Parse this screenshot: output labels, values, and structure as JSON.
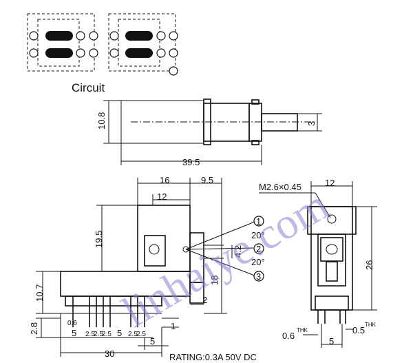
{
  "circuit_label": "Circuit",
  "rating": "RATING:0.3A 50V DC",
  "watermark": "linhaiye.com",
  "side_view": {
    "height": "10.8",
    "length": "39.5",
    "shaft": "3"
  },
  "front_view": {
    "d16": "16",
    "d9_5": "9.5",
    "d12": "12",
    "d19_5": "19.5",
    "d10_7": "10.7",
    "d18": "18",
    "d4_2": "4.2",
    "d2": "2",
    "d1": "1",
    "d2_8": "2.8",
    "d0_6": "0.6",
    "d5a": "5",
    "d2_5a": "2.5",
    "d2_5b": "2.5",
    "d2_5c": "2.5",
    "d5b": "5",
    "d2_5d": "2.5",
    "d2_5e": "2.5",
    "d5c": "5",
    "d30": "30",
    "angle1": "20°",
    "angle2": "20°",
    "pos1": "1",
    "pos2": "2",
    "pos3": "3"
  },
  "end_view": {
    "thread": "M2.6×0.45",
    "d12": "12",
    "d26": "26",
    "thk1": "0.6",
    "thk2": "0.5",
    "thk_sup": "THK",
    "d5": "5"
  }
}
